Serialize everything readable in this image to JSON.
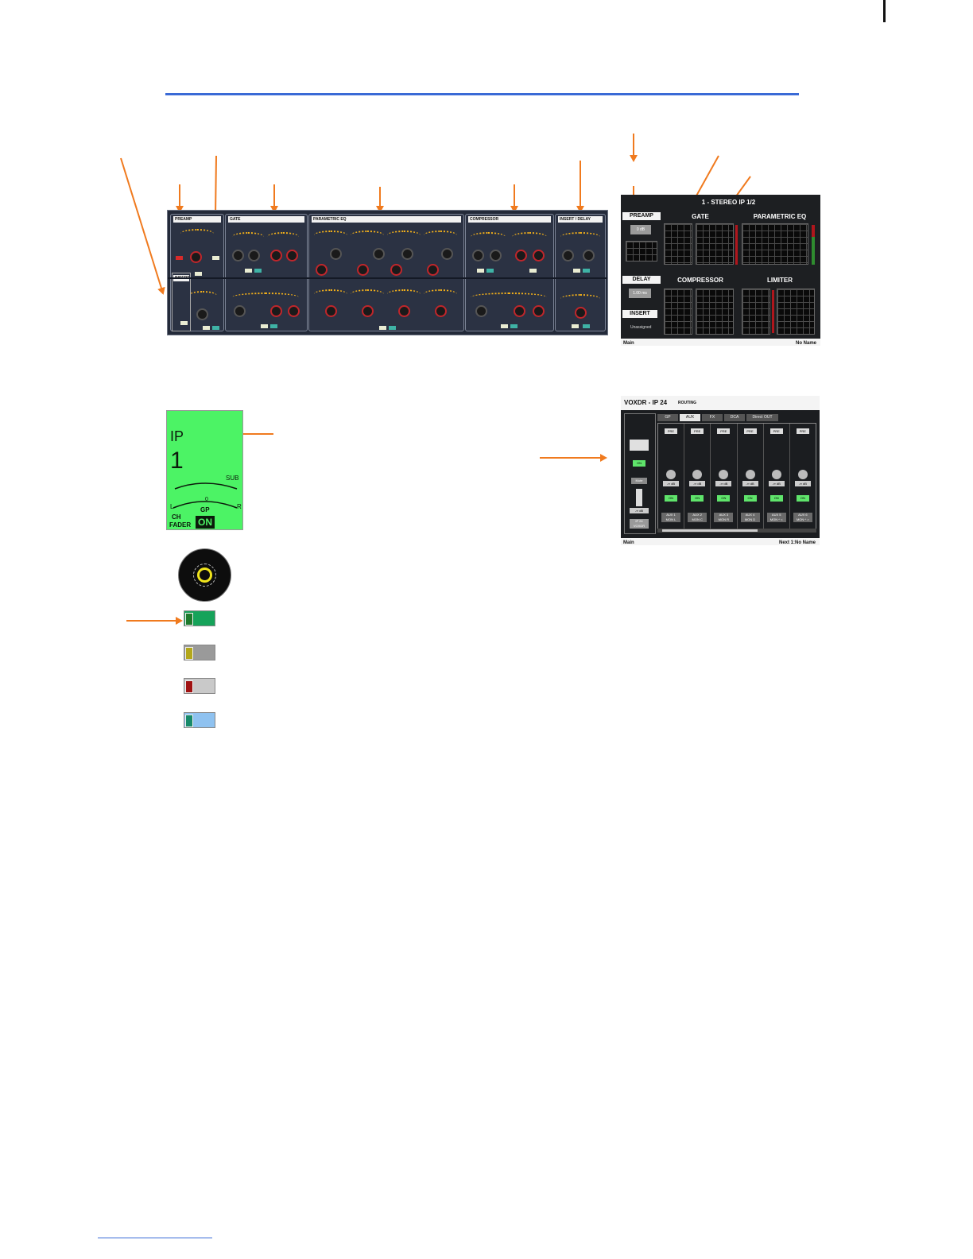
{
  "document": {
    "header_rule_color": "#3a6ad6",
    "arrow_color": "#f07a1e"
  },
  "processing_panel": {
    "sections": [
      {
        "label": "PREAMP"
      },
      {
        "label": "GATE"
      },
      {
        "label": "PARAMETRIC EQ"
      },
      {
        "label": "COMPRESSOR"
      },
      {
        "label": "INSERT / DELAY"
      }
    ],
    "insert_label": "INSERT"
  },
  "stereo_screen": {
    "title": "1 - STEREO IP 1/2",
    "preamp_label": "PREAMP",
    "preamp_value": "0 dB",
    "gate_label": "GATE",
    "peq_label": "PARAMETRIC EQ",
    "delay_label": "DELAY",
    "delay_value": "1.00 ms",
    "compressor_label": "COMPRESSOR",
    "limiter_label": "LIMITER",
    "insert_label": "INSERT",
    "insert_value": "Unassigned",
    "footer_left": "Main",
    "footer_right": "No Name"
  },
  "routing_screen": {
    "title": "VOXDR - IP 24",
    "title_suffix": "ROUTING",
    "tabs": [
      "GP",
      "AUX",
      "FX",
      "DCA",
      "Direct OUT"
    ],
    "active_tab": "AUX",
    "left_on": "ON",
    "left_mute": "Mute",
    "left_level": "-∞ dB",
    "left_channel": "IP 24\nVOXDR",
    "strips": [
      {
        "pre": "PRE",
        "level": "-∞ dB",
        "on": "ON",
        "name": "AUX 1\nMON L"
      },
      {
        "pre": "PRE",
        "level": "-∞ dB",
        "on": "ON",
        "name": "AUX 2\nMON C"
      },
      {
        "pre": "PRE",
        "level": "-∞ dB",
        "on": "ON",
        "name": "AUX 3\nMON R"
      },
      {
        "pre": "PRE",
        "level": "-∞ dB",
        "on": "ON",
        "name": "AUX 4\nMON D"
      },
      {
        "pre": "PRE",
        "level": "-∞ dB",
        "on": "ON",
        "name": "AUX 5\nMON ^ <"
      },
      {
        "pre": "PRE",
        "level": "-∞ dB",
        "on": "ON",
        "name": "AUX 6\nMON ^ >"
      }
    ],
    "footer_left": "Main",
    "footer_right": "Next 1:No Name"
  },
  "lcd": {
    "line1": "IP",
    "line2": "1",
    "sub_label": "SUB",
    "pan_left": "L",
    "pan_center": "0",
    "pan_right": "R",
    "group_label": "GP",
    "mode_line1": "CH",
    "mode_line2": "FADER",
    "on_label": "ON",
    "background": "#4cf365"
  },
  "led_keys": [
    {
      "name": "green",
      "left": "#1e7a2c",
      "right": "#16a35a"
    },
    {
      "name": "yellow",
      "left": "#b3a71a",
      "right": "#9a9a9a"
    },
    {
      "name": "red",
      "left": "#a01212",
      "right": "#c9c9c9"
    },
    {
      "name": "blue",
      "left": "#178a6a",
      "right": "#8fc2f0"
    }
  ]
}
